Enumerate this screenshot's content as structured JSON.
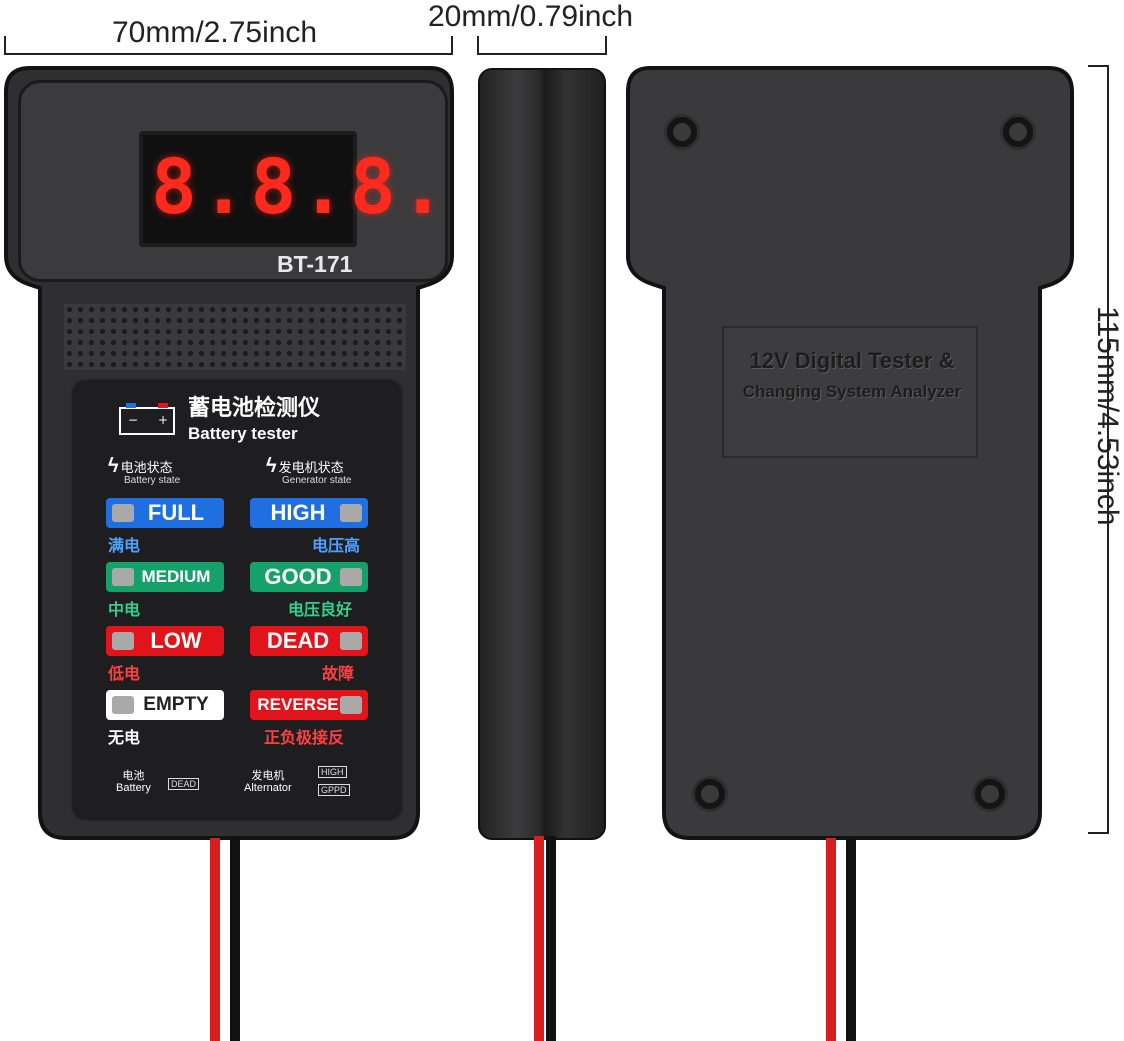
{
  "dimensions": {
    "width_label": "70mm/2.75inch",
    "depth_label": "20mm/0.79inch",
    "height_label": "115mm/4.53inch"
  },
  "front": {
    "display_digits": "8.8.8.",
    "model": "BT-171",
    "title_cn": "蓄电池检测仪",
    "title_en": "Battery tester",
    "battery_state_cn": "电池状态",
    "battery_state_en": "Battery state",
    "generator_state_cn": "发电机状态",
    "generator_state_en": "Generator state",
    "battery_indicators": [
      {
        "label": "FULL",
        "cn": "满电",
        "color": "#1f6fe0"
      },
      {
        "label": "MEDIUM",
        "cn": "中电",
        "color": "#16a06a"
      },
      {
        "label": "LOW",
        "cn": "低电",
        "color": "#e0141a"
      },
      {
        "label": "EMPTY",
        "cn": "无电",
        "color": "#ffffff"
      }
    ],
    "generator_indicators": [
      {
        "label": "HIGH",
        "cn": "电压高",
        "color": "#1f6fe0"
      },
      {
        "label": "GOOD",
        "cn": "电压良好",
        "color": "#16a06a"
      },
      {
        "label": "DEAD",
        "cn": "故障",
        "color": "#e0141a"
      },
      {
        "label": "REVERSE",
        "cn": "正负极接反",
        "color": "#e0141a"
      }
    ],
    "legend_battery_cn": "电池",
    "legend_battery_en": "Battery",
    "legend_battery_box": "DEAD",
    "legend_alt_cn": "发电机",
    "legend_alt_en": "Alternator",
    "legend_alt_box_1": "HIGH",
    "legend_alt_box_2": "GPPD"
  },
  "back": {
    "label_line_1": "12V Digital Tester &",
    "label_line_2": "Changing System Analyzer"
  },
  "colors": {
    "body": "#2f2f31",
    "wire_red": "#d81e1e",
    "wire_black": "#111111"
  }
}
